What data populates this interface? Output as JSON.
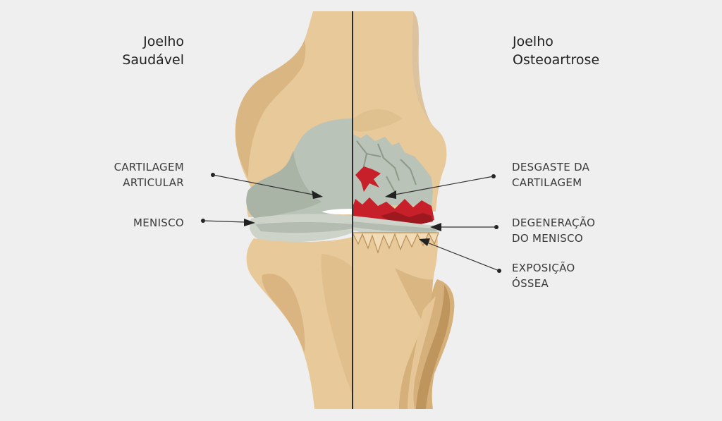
{
  "titles": {
    "left": [
      "Joelho",
      "Saudável"
    ],
    "right": [
      "Joelho",
      "Osteoartrose"
    ]
  },
  "labels": {
    "cartilage": [
      "CARTILAGEM",
      "ARTICULAR"
    ],
    "meniscus": [
      "MENISCO"
    ],
    "wear": [
      "DESGASTE DA",
      "CARTILAGEM"
    ],
    "degeneration": [
      "DEGENERAÇÃO",
      "DO MENISCO"
    ],
    "exposure": [
      "EXPOSIÇÃO",
      "ÓSSEA"
    ]
  },
  "colors": {
    "background": "#efefef",
    "bone": "#e8c99a",
    "bone_shadow": "#d6b07a",
    "bone_dark": "#b88f55",
    "cartilage": "#b9c3b7",
    "meniscus": "#cdd3c9",
    "damage": "#c8202a",
    "line": "#333333"
  }
}
